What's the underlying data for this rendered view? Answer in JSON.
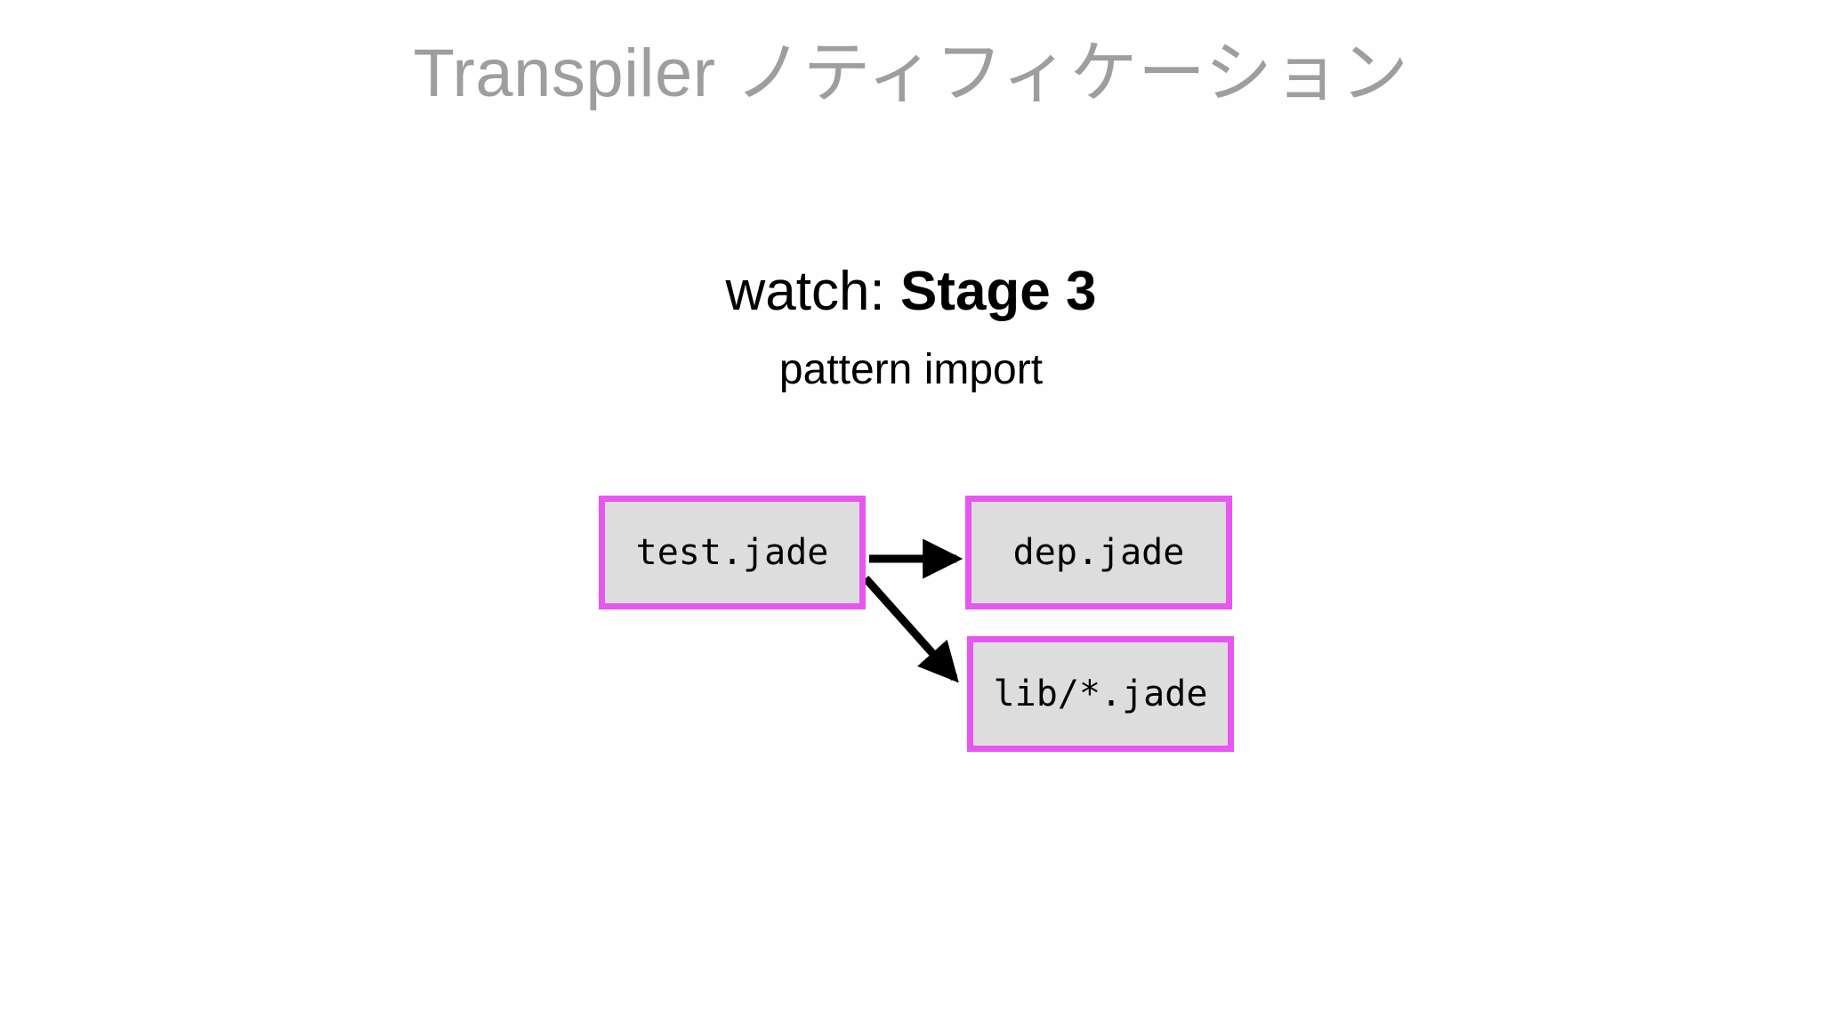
{
  "slide": {
    "title": "Transpiler ノティフィケーション",
    "title_color": "#9e9e9e",
    "background_color": "#ffffff",
    "headline": {
      "lead": "watch: ",
      "strong": "Stage 3"
    },
    "subhead": "pattern import"
  },
  "diagram": {
    "type": "flowchart",
    "node_fill": "#dddddd",
    "node_border": "#e756f0",
    "edge_color": "#000000",
    "nodes": [
      {
        "id": "test",
        "label": "test.jade"
      },
      {
        "id": "dep",
        "label": "dep.jade"
      },
      {
        "id": "lib",
        "label": "lib/*.jade"
      }
    ],
    "edges": [
      {
        "from": "test",
        "to": "dep"
      },
      {
        "from": "test",
        "to": "lib"
      }
    ]
  }
}
